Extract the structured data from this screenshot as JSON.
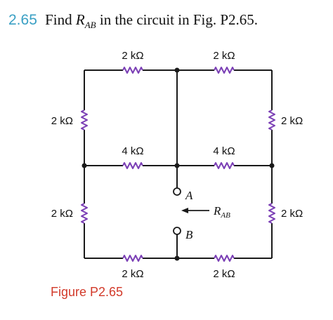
{
  "problem": {
    "number": "2.65",
    "text_before": "Find",
    "variable": "R",
    "subscript": "AB",
    "text_after": "in the circuit in Fig. P2.65."
  },
  "circuit": {
    "resistors": {
      "top_left": "2 kΩ",
      "top_right": "2 kΩ",
      "left_upper": "2 kΩ",
      "right_upper": "2 kΩ",
      "middle_left": "4 kΩ",
      "middle_right": "4 kΩ",
      "left_lower": "2 kΩ",
      "right_lower": "2 kΩ",
      "bottom_left": "2 kΩ",
      "bottom_right": "2 kΩ"
    },
    "terminal_a": "A",
    "terminal_b": "B",
    "rab_symbol": "R",
    "rab_subscript": "AB"
  },
  "caption": "Figure P2.65",
  "colors": {
    "problem_number": "#3aa0c4",
    "caption": "#d23a2a",
    "resistor": "#7b3fb5",
    "wire": "#1a1a1a"
  }
}
